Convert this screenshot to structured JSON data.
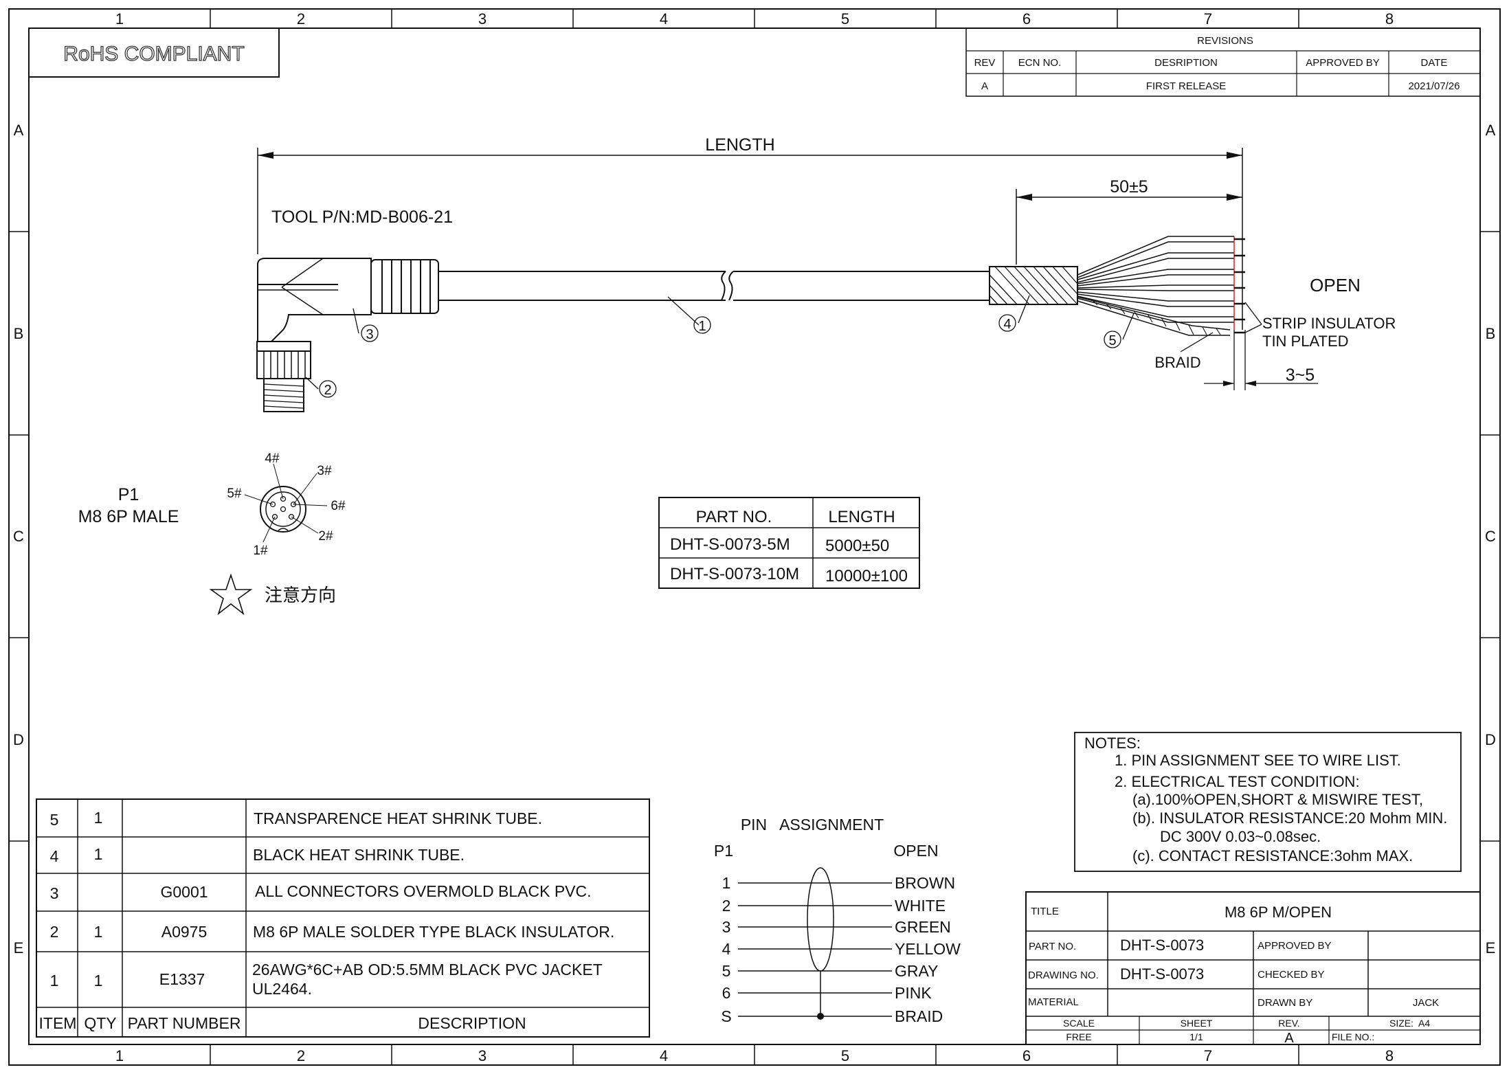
{
  "grid": {
    "columns": [
      "1",
      "2",
      "3",
      "4",
      "5",
      "6",
      "7",
      "8"
    ],
    "rows": [
      "A",
      "B",
      "C",
      "D",
      "E"
    ]
  },
  "rohs": "RoHS COMPLIANT",
  "revisions": {
    "title": "REVISIONS",
    "headers": [
      "REV",
      "ECN NO.",
      "DESRIPTION",
      "APPROVED BY",
      "DATE"
    ],
    "row": [
      "A",
      "",
      "FIRST RELEASE",
      "",
      "2021/07/26"
    ]
  },
  "drawing": {
    "length_label": "LENGTH",
    "strip_dim": "50±5",
    "tool_pn": "TOOL P/N:MD-B006-21",
    "open_label": "OPEN",
    "strip_insulator": "STRIP INSULATOR",
    "tin_plated": "TIN PLATED",
    "braid_label": "BRAID",
    "tip_dim": "3~5",
    "balloons": [
      "1",
      "2",
      "3",
      "4",
      "5"
    ]
  },
  "connector": {
    "label1": "P1",
    "label2": "M8 6P MALE",
    "pins": [
      "1#",
      "2#",
      "3#",
      "4#",
      "5#",
      "6#"
    ],
    "note_cn": "注意方向"
  },
  "length_table": {
    "headers": [
      "PART NO.",
      "LENGTH"
    ],
    "rows": [
      [
        "DHT-S-0073-5M",
        "5000±50"
      ],
      [
        "DHT-S-0073-10M",
        "10000±100"
      ]
    ]
  },
  "notes": {
    "title": "NOTES:",
    "lines": [
      "1. PIN ASSIGNMENT SEE TO WIRE LIST.",
      "2. ELECTRICAL TEST CONDITION:",
      "(a).100%OPEN,SHORT & MISWIRE TEST,",
      "(b). INSULATOR RESISTANCE:20 Mohm MIN.",
      "DC 300V 0.03~0.08sec.",
      "(c). CONTACT RESISTANCE:3ohm MAX."
    ]
  },
  "bom": {
    "headers": [
      "ITEM",
      "QTY",
      "PART NUMBER",
      "DESCRIPTION"
    ],
    "rows": [
      {
        "item": "5",
        "qty": "1",
        "pn": "",
        "desc": "TRANSPARENCE HEAT SHRINK TUBE.",
        "desc2": ""
      },
      {
        "item": "4",
        "qty": "1",
        "pn": "",
        "desc": "BLACK HEAT SHRINK TUBE.",
        "desc2": ""
      },
      {
        "item": "3",
        "qty": "",
        "pn": "G0001",
        "desc": "ALL CONNECTORS OVERMOLD BLACK PVC.",
        "desc2": ""
      },
      {
        "item": "2",
        "qty": "1",
        "pn": "A0975",
        "desc": "M8 6P MALE SOLDER TYPE BLACK INSULATOR.",
        "desc2": ""
      },
      {
        "item": "1",
        "qty": "1",
        "pn": "E1337",
        "desc": "26AWG*6C+AB OD:5.5MM BLACK PVC JACKET",
        "desc2": "UL2464."
      }
    ]
  },
  "pin_assignment": {
    "title": "PIN   ASSIGNMENT",
    "left_header": "P1",
    "right_header": "OPEN",
    "rows": [
      {
        "pin": "1",
        "color": "BROWN"
      },
      {
        "pin": "2",
        "color": "WHITE"
      },
      {
        "pin": "3",
        "color": "GREEN"
      },
      {
        "pin": "4",
        "color": "YELLOW"
      },
      {
        "pin": "5",
        "color": "GRAY"
      },
      {
        "pin": "6",
        "color": "PINK"
      },
      {
        "pin": "S",
        "color": "BRAID"
      }
    ]
  },
  "title_block": {
    "title_label": "TITLE",
    "title": "M8 6P M/OPEN",
    "part_no_label": "PART NO.",
    "part_no": "DHT-S-0073",
    "approved_by_label": "APPROVED BY",
    "approved_by": "",
    "drawing_no_label": "DRAWING NO.",
    "drawing_no": "DHT-S-0073",
    "checked_by_label": "CHECKED BY",
    "checked_by": "",
    "material_label": "MATERIAL",
    "material": "",
    "drawn_by_label": "DRAWN BY",
    "drawn_by": "JACK",
    "scale_label": "SCALE",
    "scale": "FREE",
    "sheet_label": "SHEET",
    "sheet": "1/1",
    "rev_label": "REV.",
    "rev": "A",
    "size": "SIZE:  A4",
    "file_no": "FILE NO.:"
  }
}
